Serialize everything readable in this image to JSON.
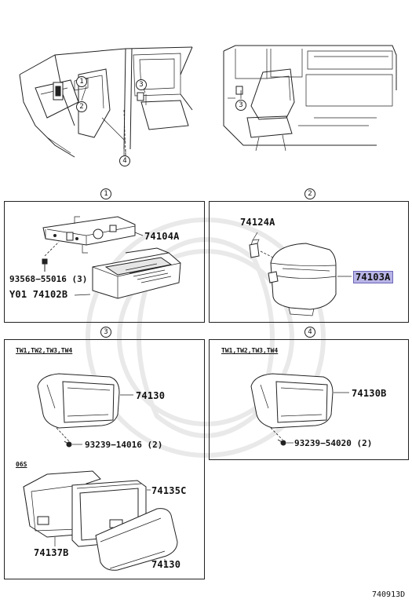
{
  "section_markers": {
    "s1": "1",
    "s2": "2",
    "s3": "3",
    "s4": "4"
  },
  "panel1": {
    "part_a": "74104A",
    "part_b": "93568−55016",
    "part_b_qty": "(3)",
    "part_c": "Y01 74102B"
  },
  "panel2": {
    "part_a": "74124A",
    "part_b": "74103A"
  },
  "panel3": {
    "variant_note": "TW1,TW2,TW3,TW4",
    "part_a": "74130",
    "part_b": "93239−14016",
    "part_b_qty": "(2)",
    "variant_note_2": "06S",
    "part_c": "74135C",
    "part_d": "74137B",
    "part_e": "74130"
  },
  "panel4": {
    "variant_note": "TW1,TW2,TW3,TW4",
    "part_a": "74130B",
    "part_b": "93239−54020",
    "part_b_qty": "(2)"
  },
  "diagram_code": "740913D",
  "colors": {
    "highlight": "#b8b4e6",
    "line": "#222222"
  }
}
